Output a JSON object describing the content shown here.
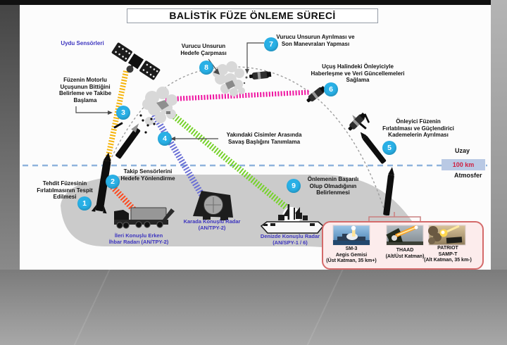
{
  "title": "BALİSTİK FÜZE ÖNLEME SÜRECİ",
  "satellite": {
    "label": "Uydu Sensörleri"
  },
  "altitude": {
    "space": "Uzay",
    "line_value": "100 km",
    "atmosphere": "Atmosfer"
  },
  "steps": [
    {
      "num": "1",
      "label": "Tehdit Füzesinin\nFırlatılmasının Tespit\nEdilmesi"
    },
    {
      "num": "2",
      "label": "Takip Sensörlerini\nHedefe Yönlendirme"
    },
    {
      "num": "3",
      "label": "Füzenin Motorlu\nUçuşunun Bittiğini\nBelirleme ve Takibe\nBaşlama"
    },
    {
      "num": "4",
      "label": "Yakındaki Cisimler Arasında\nSavaş Başlığını Tanımlama"
    },
    {
      "num": "5",
      "label": "Önleyici Füzenin\nFırlatılması ve Güçlendirici\nKademelerin Ayrılması"
    },
    {
      "num": "6",
      "label": "Uçuş Halindeki Önleyiciyle\nHaberleşme ve Veri Güncellemeleri\nSağlama"
    },
    {
      "num": "7",
      "label": "Vurucu Unsurun Ayrılması ve\nSon Manevraları Yapması"
    },
    {
      "num": "8",
      "label": "Vurucu Unsurun\nHedefe Çarpması"
    },
    {
      "num": "9",
      "label": "Önlemenin Başarılı\nOlup Olmadığının\nBelirlenmesi"
    }
  ],
  "radars": [
    {
      "label": "İleri Konuşlu Erken\nİhbar Radarı (AN/TPY-2)"
    },
    {
      "label": "Karada Konuşlu Radar\n(AN/TPY-2)"
    },
    {
      "label": "Denizde Konuşlu Radar\n(AN/SPY-1 / 6)"
    }
  ],
  "defense_systems": [
    {
      "label": "SM-3\nAegis Gemisi\n(Üst Katman, 35 km+)"
    },
    {
      "label": "THAAD\n(Alt/Üst Katman)"
    },
    {
      "label": "PATRIOT\nSAMP-T\n(Alt Katman,  35 km-)"
    }
  ],
  "colors": {
    "step_circle": "#29b0e6",
    "beam_satellite_yellow": "#f6b40a",
    "beam_early_warning_red": "#fe4a1e",
    "beam_ground_radar_violet": "#6a6fd6",
    "beam_sea_radar_green": "#76d22a",
    "beam_seeker_magenta": "#ef12a0",
    "altitude_line_blue": "#8fb3dd",
    "altitude_text_red": "#cf2040",
    "radar_label_blue": "#3c34bf",
    "systems_box_border": "#d46a6a",
    "systems_box_fill": "#fcecec",
    "terrain_gray": "#cbcbcb"
  }
}
